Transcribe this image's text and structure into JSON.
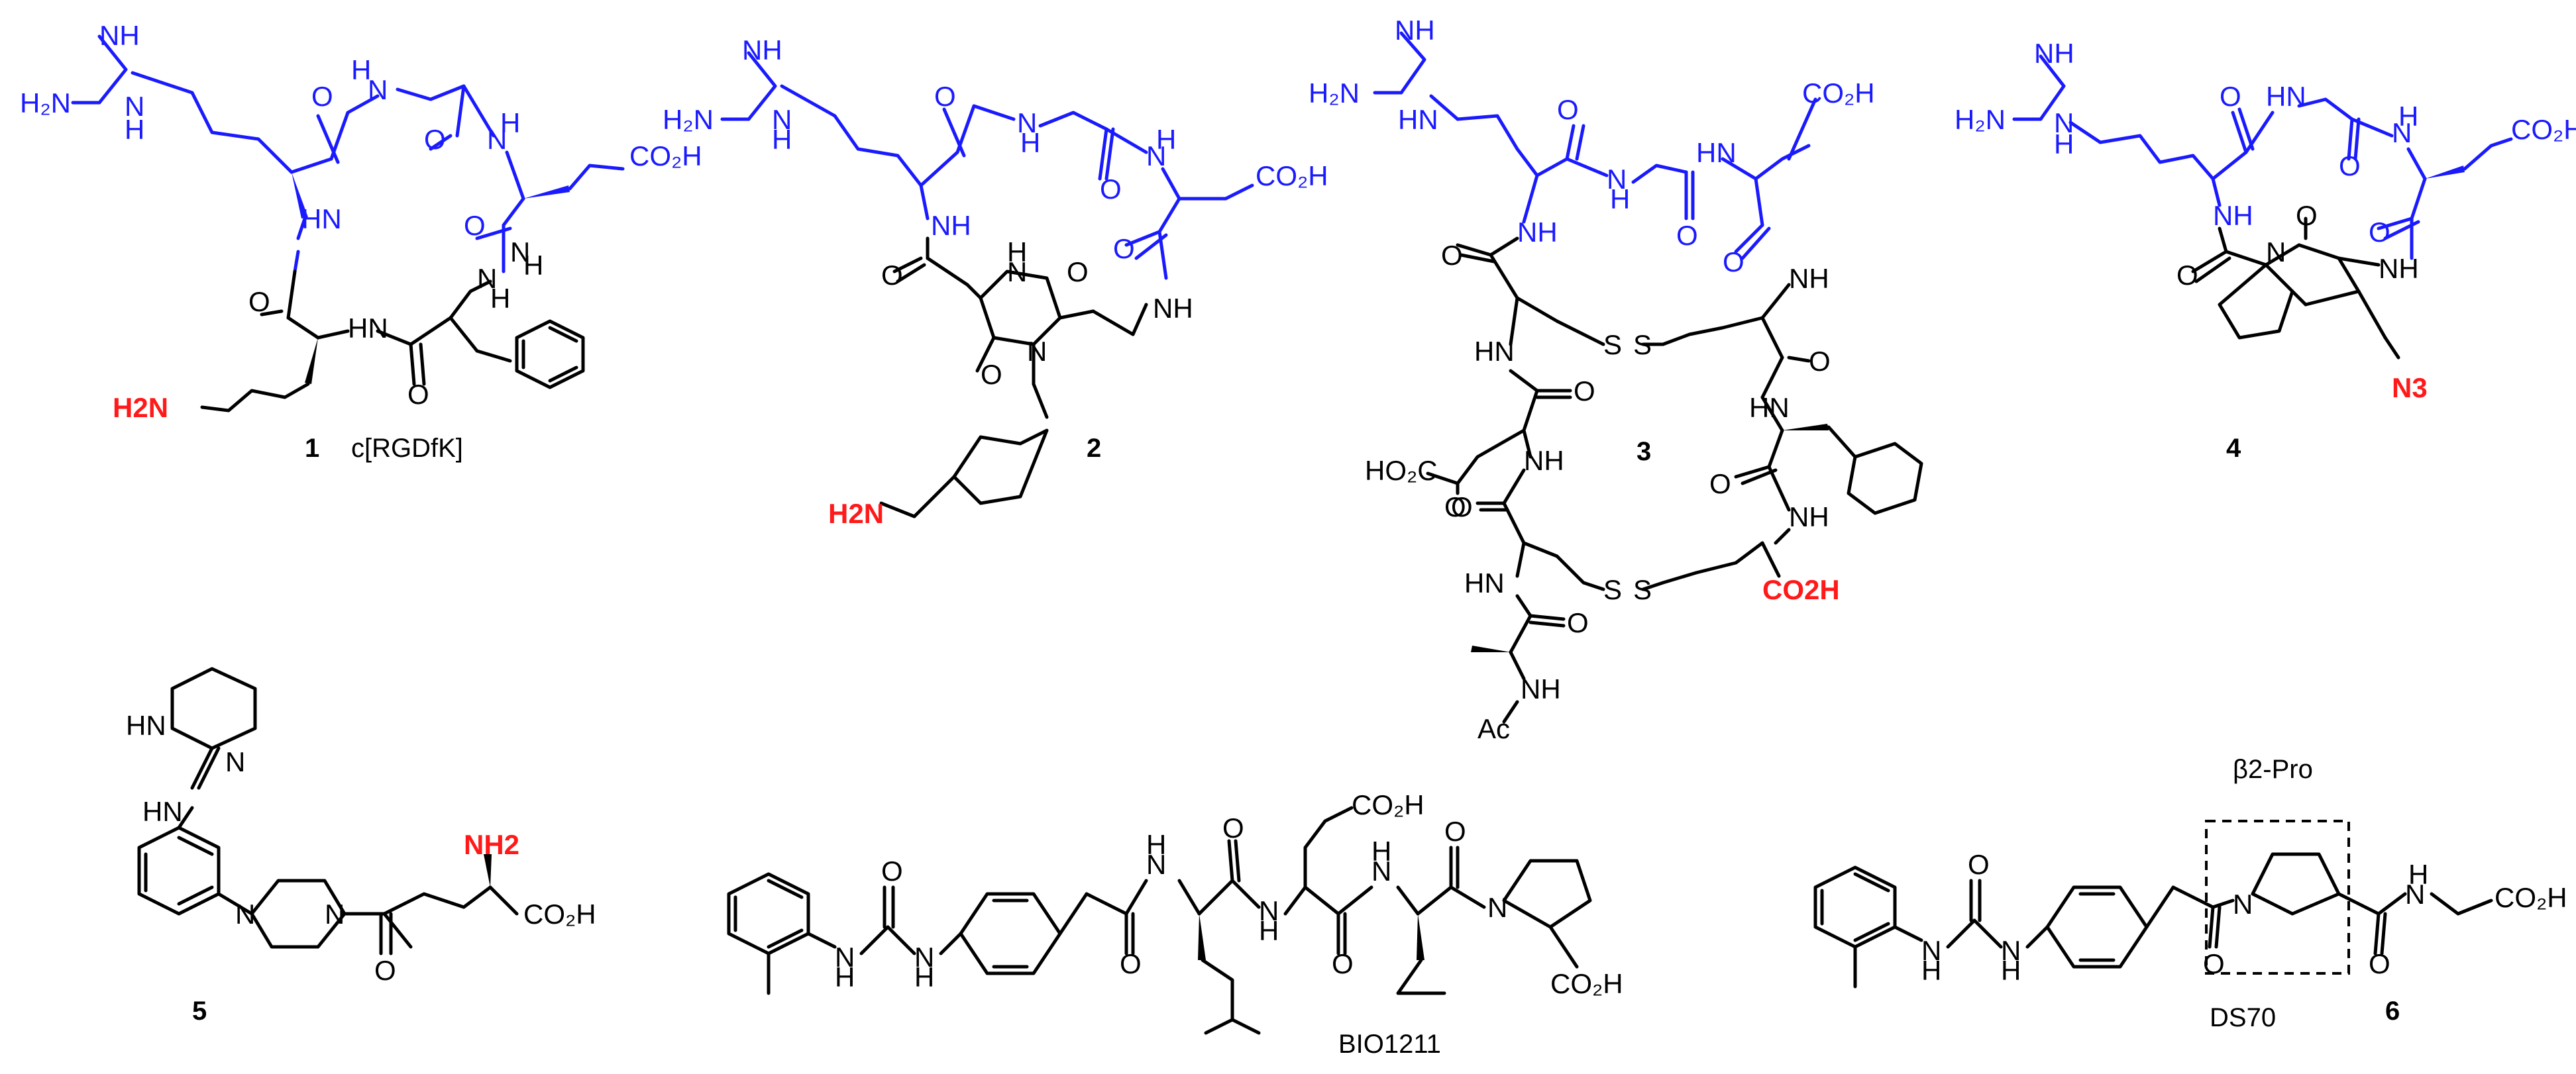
{
  "colors": {
    "pharmacophore": "#1a1aff",
    "handle": "#ff1a1a",
    "scaffold": "#000000"
  },
  "compounds": [
    {
      "number": "1",
      "name": "c[RGDfK]",
      "handle_label": "H2N"
    },
    {
      "number": "2",
      "name": "",
      "handle_label": "H2N"
    },
    {
      "number": "3",
      "name": "",
      "handle_label": "CO2H"
    },
    {
      "number": "4",
      "name": "",
      "handle_label": "N3"
    },
    {
      "number": "5",
      "name": "",
      "handle_label": "NH2"
    },
    {
      "number": "",
      "name": "BIO1211",
      "handle_label": ""
    },
    {
      "number": "6",
      "name": "DS70",
      "handle_label": ""
    }
  ],
  "annotations": {
    "beta2_pro": "β2-Pro"
  },
  "atoms": {
    "guanidine_nh": "NH",
    "guanidine_h2n": "H2N",
    "guanidine_hn": "HN",
    "hn": "HN",
    "nh": "NH",
    "h": "H",
    "n": "N",
    "o": "O",
    "s": "S",
    "co2h": "CO2H",
    "ho2c": "HO2C",
    "ac": "Ac"
  }
}
